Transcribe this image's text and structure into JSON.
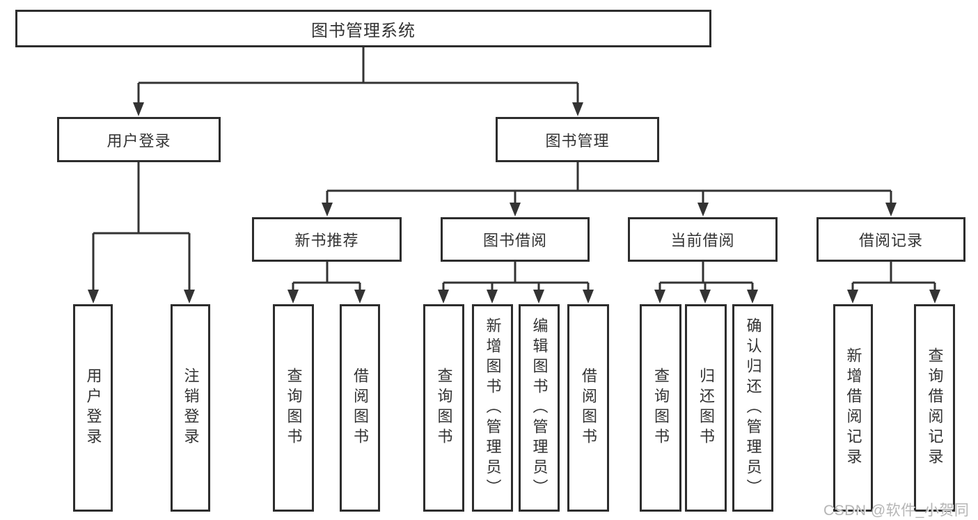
{
  "diagram": {
    "tree": {
      "label": "图书管理系统",
      "children": [
        {
          "label": "用户登录",
          "children": [
            {
              "label": "用户登录"
            },
            {
              "label": "注销登录"
            }
          ]
        },
        {
          "label": "图书管理",
          "children": [
            {
              "label": "新书推荐",
              "children": [
                {
                  "label": "查询图书"
                },
                {
                  "label": "借阅图书"
                }
              ]
            },
            {
              "label": "图书借阅",
              "children": [
                {
                  "label": "查询图书"
                },
                {
                  "label": "新增图书（管理员）"
                },
                {
                  "label": "编辑图书（管理员）"
                },
                {
                  "label": "借阅图书"
                }
              ]
            },
            {
              "label": "当前借阅",
              "children": [
                {
                  "label": "查询图书"
                },
                {
                  "label": "归还图书"
                },
                {
                  "label": "确认归还（管理员）"
                }
              ]
            },
            {
              "label": "借阅记录",
              "children": [
                {
                  "label": "新增借阅记录"
                },
                {
                  "label": "查询借阅记录"
                }
              ]
            }
          ]
        }
      ]
    },
    "colors": {
      "line": "#333333",
      "box_border": "#2d2d2d",
      "text": "#333333",
      "watermark_text_color": "#b5b5b5",
      "background": "#ffffff"
    }
  },
  "watermark": "CSDN @软件_小贺同学"
}
